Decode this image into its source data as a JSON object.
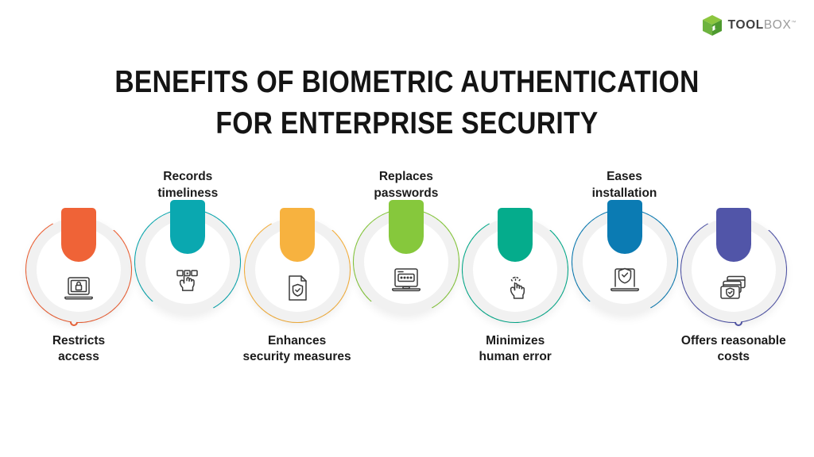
{
  "brand": {
    "logo_icon": "cube-arrow-icon",
    "name_bold": "TOOL",
    "name_light": "BOX",
    "trademark": "™",
    "colors": {
      "cube_top": "#8CC63F",
      "cube_left": "#6DB33F",
      "cube_right": "#4E9A2F",
      "name_bold": "#3f3f3f",
      "name_light": "#9a9a9a"
    }
  },
  "title": {
    "line1": "BENEFITS OF BIOMETRIC AUTHENTICATION",
    "line2": "FOR ENTERPRISE SECURITY"
  },
  "chart_data": {
    "type": "diagram",
    "layout": "horizontal-chain",
    "title": "BENEFITS OF BIOMETRIC AUTHENTICATION FOR ENTERPRISE SECURITY",
    "node_count": 7,
    "nodes": [
      {
        "index": 1,
        "label_line1": "Restricts",
        "label_line2": "access",
        "label_position": "below",
        "color": "#EF6337",
        "icon": "laptop-lock-icon",
        "has_start_dot": true
      },
      {
        "index": 2,
        "label_line1": "Records",
        "label_line2": "timeliness",
        "label_position": "above",
        "color": "#0AA8B0",
        "icon": "hand-press-buttons-icon",
        "has_start_dot": false
      },
      {
        "index": 3,
        "label_line1": "Enhances",
        "label_line2": "security measures",
        "label_position": "below",
        "color": "#F7B23F",
        "icon": "document-shield-check-icon",
        "has_start_dot": false
      },
      {
        "index": 4,
        "label_line1": "Replaces",
        "label_line2": "passwords",
        "label_position": "above",
        "color": "#86C83C",
        "icon": "laptop-password-icon",
        "has_start_dot": false
      },
      {
        "index": 5,
        "label_line1": "Minimizes",
        "label_line2": "human error",
        "label_position": "below",
        "color": "#05AC8C",
        "icon": "fingerprint-hand-scan-icon",
        "has_start_dot": false
      },
      {
        "index": 6,
        "label_line1": "Eases",
        "label_line2": "installation",
        "label_position": "above",
        "color": "#0B7BB3",
        "icon": "laptop-shield-check-icon",
        "has_start_dot": false
      },
      {
        "index": 7,
        "label_line1": "Offers reasonable",
        "label_line2": "costs",
        "label_position": "below",
        "color": "#5155A8",
        "icon": "credit-cards-shield-icon",
        "has_start_dot": true
      }
    ],
    "background": "#FFFFFF",
    "ring_color": "#F1F1F1",
    "text_color": "#1B1B1B"
  }
}
